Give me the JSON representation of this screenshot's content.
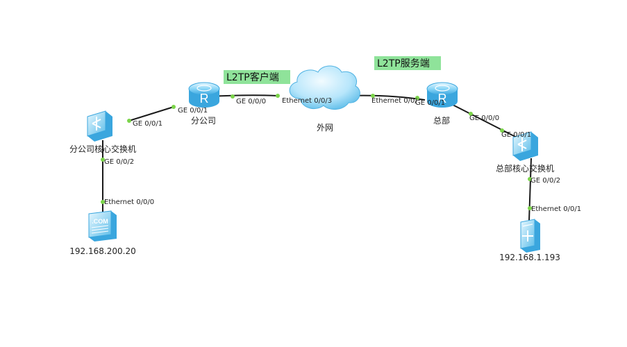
{
  "colors": {
    "link": "#1a1a1a",
    "port_dot": "#7bd44a",
    "tag_bg": "#8fe39a",
    "device_light": "#cfeefe",
    "device_mid": "#7fd0f5",
    "device_dark": "#2f9fd8",
    "cloud_light": "#d9f2ff",
    "cloud_dark": "#6cc4f2"
  },
  "tags": {
    "client": "L2TP客户端",
    "server": "L2TP服务端"
  },
  "devices": {
    "branch_router": {
      "name": "分公司",
      "icon": "router-icon"
    },
    "internet": {
      "name": "外网",
      "icon": "cloud-icon"
    },
    "hq_router": {
      "name": "总部",
      "icon": "router-icon"
    },
    "branch_switch": {
      "name": "分公司核心交换机",
      "icon": "switch-icon"
    },
    "hq_switch": {
      "name": "总部核心交换机",
      "icon": "switch-icon"
    },
    "branch_pc": {
      "name": "192.168.200.20",
      "icon": "client-pc-icon"
    },
    "hq_server": {
      "name": "192.168.1.193",
      "icon": "server-icon"
    }
  },
  "ports": {
    "branch_switch_up": "GE 0/0/1",
    "branch_router_down": "GE 0/0/1",
    "branch_router_wan": "GE 0/0/0",
    "internet_branch": "Ethernet 0/0/3",
    "internet_hq": "Ethernet 0/0/",
    "hq_router_wan": "GE 0/0/1",
    "hq_router_down": "GE 0/0/0",
    "hq_switch_up": "GE 0/0/1",
    "branch_switch_down": "GE 0/0/2",
    "branch_pc_port": "Ethernet 0/0/0",
    "hq_switch_down": "GE 0/0/2",
    "hq_server_port": "Ethernet 0/0/1"
  }
}
